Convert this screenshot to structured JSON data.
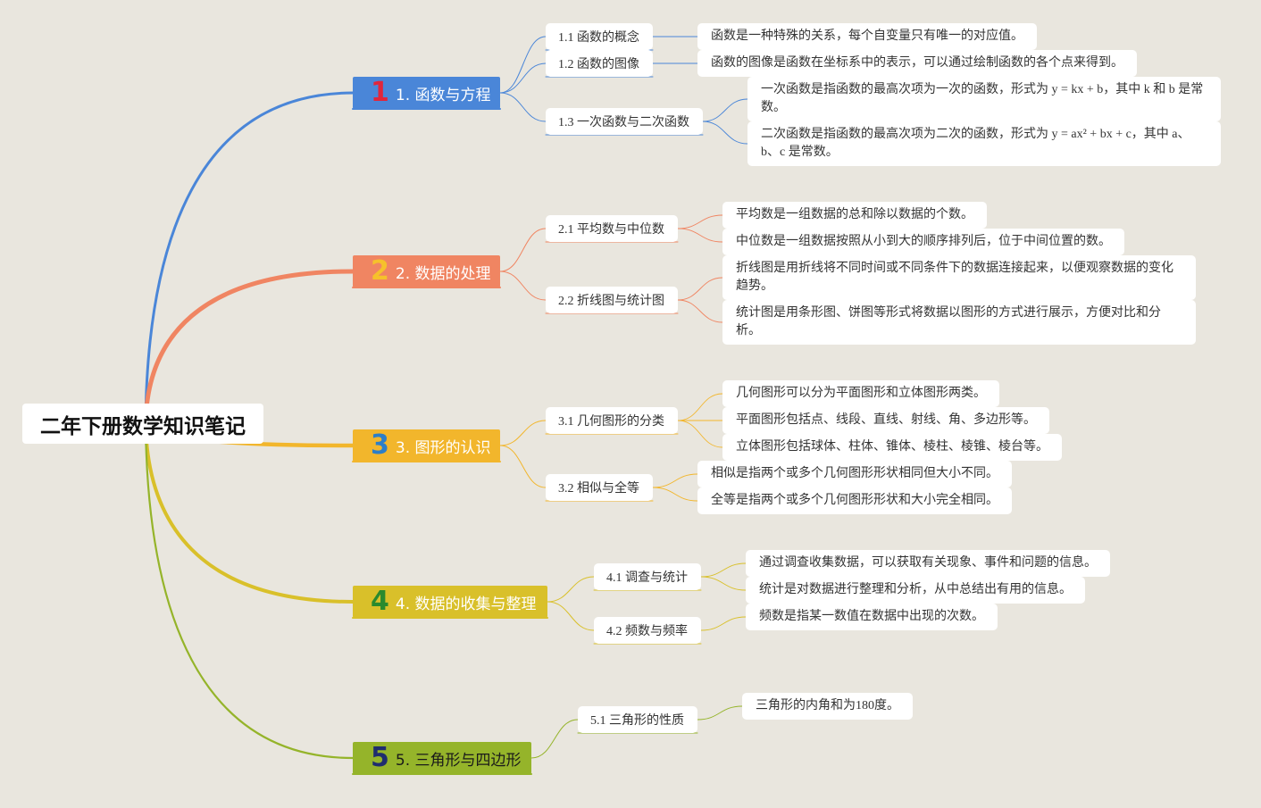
{
  "root": {
    "title": "二年下册数学知识笔记"
  },
  "branches": [
    {
      "number": "1",
      "title": "1. 函数与方程",
      "color": "#4a86d8",
      "number_color": "#e0263c",
      "text_color": "#ffffff",
      "subtopics": [
        {
          "title": "1.1 函数的概念",
          "notes": [
            "函数是一种特殊的关系，每个自变量只有唯一的对应值。"
          ]
        },
        {
          "title": "1.2 函数的图像",
          "notes": [
            "函数的图像是函数在坐标系中的表示，可以通过绘制函数的各个点来得到。"
          ]
        },
        {
          "title": "1.3 一次函数与二次函数",
          "notes": [
            "一次函数是指函数的最高次项为一次的函数，形式为 y = kx + b，其中 k 和 b 是常数。",
            "二次函数是指函数的最高次项为二次的函数，形式为 y = ax² + bx + c，其中 a、b、c 是常数。"
          ]
        }
      ]
    },
    {
      "number": "2",
      "title": "2. 数据的处理",
      "color": "#f08562",
      "number_color": "#f6c12b",
      "text_color": "#ffffff",
      "subtopics": [
        {
          "title": "2.1 平均数与中位数",
          "notes": [
            "平均数是一组数据的总和除以数据的个数。",
            "中位数是一组数据按照从小到大的顺序排列后，位于中间位置的数。"
          ]
        },
        {
          "title": "2.2 折线图与统计图",
          "notes": [
            "折线图是用折线将不同时间或不同条件下的数据连接起来，以便观察数据的变化趋势。",
            "统计图是用条形图、饼图等形式将数据以图形的方式进行展示，方便对比和分析。"
          ]
        }
      ]
    },
    {
      "number": "3",
      "title": "3. 图形的认识",
      "color": "#f2b62c",
      "number_color": "#2c7ec8",
      "text_color": "#ffffff",
      "subtopics": [
        {
          "title": "3.1 几何图形的分类",
          "notes": [
            "几何图形可以分为平面图形和立体图形两类。",
            "平面图形包括点、线段、直线、射线、角、多边形等。",
            "立体图形包括球体、柱体、锥体、棱柱、棱锥、棱台等。"
          ]
        },
        {
          "title": "3.2 相似与全等",
          "notes": [
            "相似是指两个或多个几何图形形状相同但大小不同。",
            "全等是指两个或多个几何图形形状和大小完全相同。"
          ]
        }
      ]
    },
    {
      "number": "4",
      "title": "4. 数据的收集与整理",
      "color": "#d9c02a",
      "number_color": "#2a8a2e",
      "text_color": "#ffffff",
      "subtopics": [
        {
          "title": "4.1 调查与统计",
          "notes": [
            "通过调查收集数据，可以获取有关现象、事件和问题的信息。",
            "统计是对数据进行整理和分析，从中总结出有用的信息。"
          ]
        },
        {
          "title": "4.2 频数与频率",
          "notes": [
            "频数是指某一数值在数据中出现的次数。"
          ]
        }
      ]
    },
    {
      "number": "5",
      "title": "5. 三角形与四边形",
      "color": "#95b42a",
      "number_color": "#1f2d6e",
      "text_color": "#1a1a1a",
      "subtopics": [
        {
          "title": "5.1 三角形的性质",
          "notes": [
            "三角形的内角和为180度。"
          ]
        }
      ]
    }
  ]
}
